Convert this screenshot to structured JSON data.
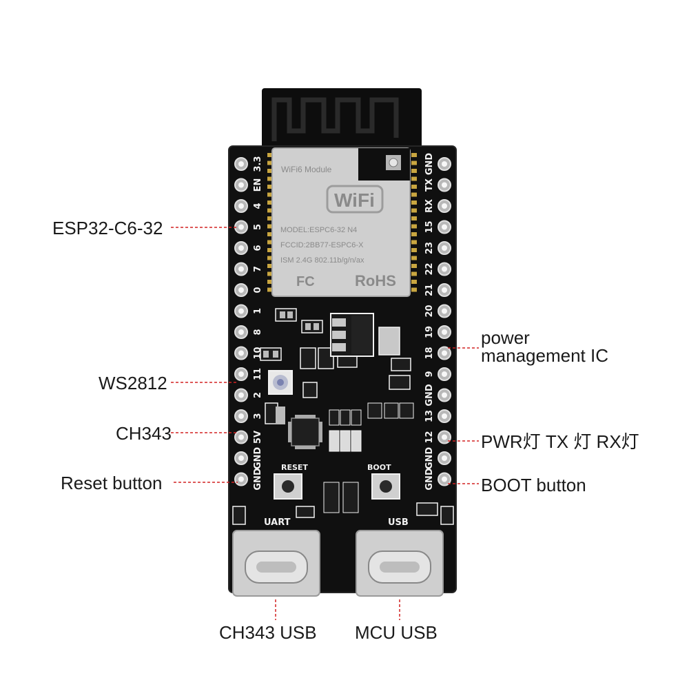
{
  "annotations": {
    "module": "ESP32-C6-32",
    "ws2812": "WS2812",
    "ch343": "CH343",
    "reset": "Reset button",
    "power_line1": "power",
    "power_line2": "management IC",
    "leds": "PWR灯 TX 灯 RX灯",
    "boot": "BOOT button",
    "ch343_usb": "CH343 USB",
    "mcu_usb": "MCU USB"
  },
  "module_label": {
    "header": "WiFi6 Module",
    "wifi_logo": "WiFi",
    "model": "MODEL:ESPC6-32  N4",
    "fccid": "FCCID:2BB77-ESPC6-X",
    "ism": "ISM 2.4G 802.11b/g/n/ax",
    "fc": "FC",
    "rohs": "RoHS"
  },
  "left_pins": [
    "3.3",
    "EN",
    "4",
    "5",
    "6",
    "7",
    "0",
    "1",
    "8",
    "10",
    "11",
    "2",
    "3",
    "5V",
    "GND",
    "GND"
  ],
  "right_pins": [
    "GND",
    "TX",
    "RX",
    "15",
    "23",
    "22",
    "21",
    "20",
    "19",
    "18",
    "9",
    "GND",
    "13",
    "12",
    "GND",
    "GND"
  ],
  "silkscreen": {
    "reset": "RESET",
    "boot": "BOOT",
    "uart": "UART",
    "usb": "USB"
  },
  "colors": {
    "pcb": "#101010",
    "pcb_edge": "#262626",
    "silkscreen": "#f2f2f2",
    "pad": "#b8b8b8",
    "shield": "#c9c9c9",
    "leader_line": "#d22020"
  }
}
